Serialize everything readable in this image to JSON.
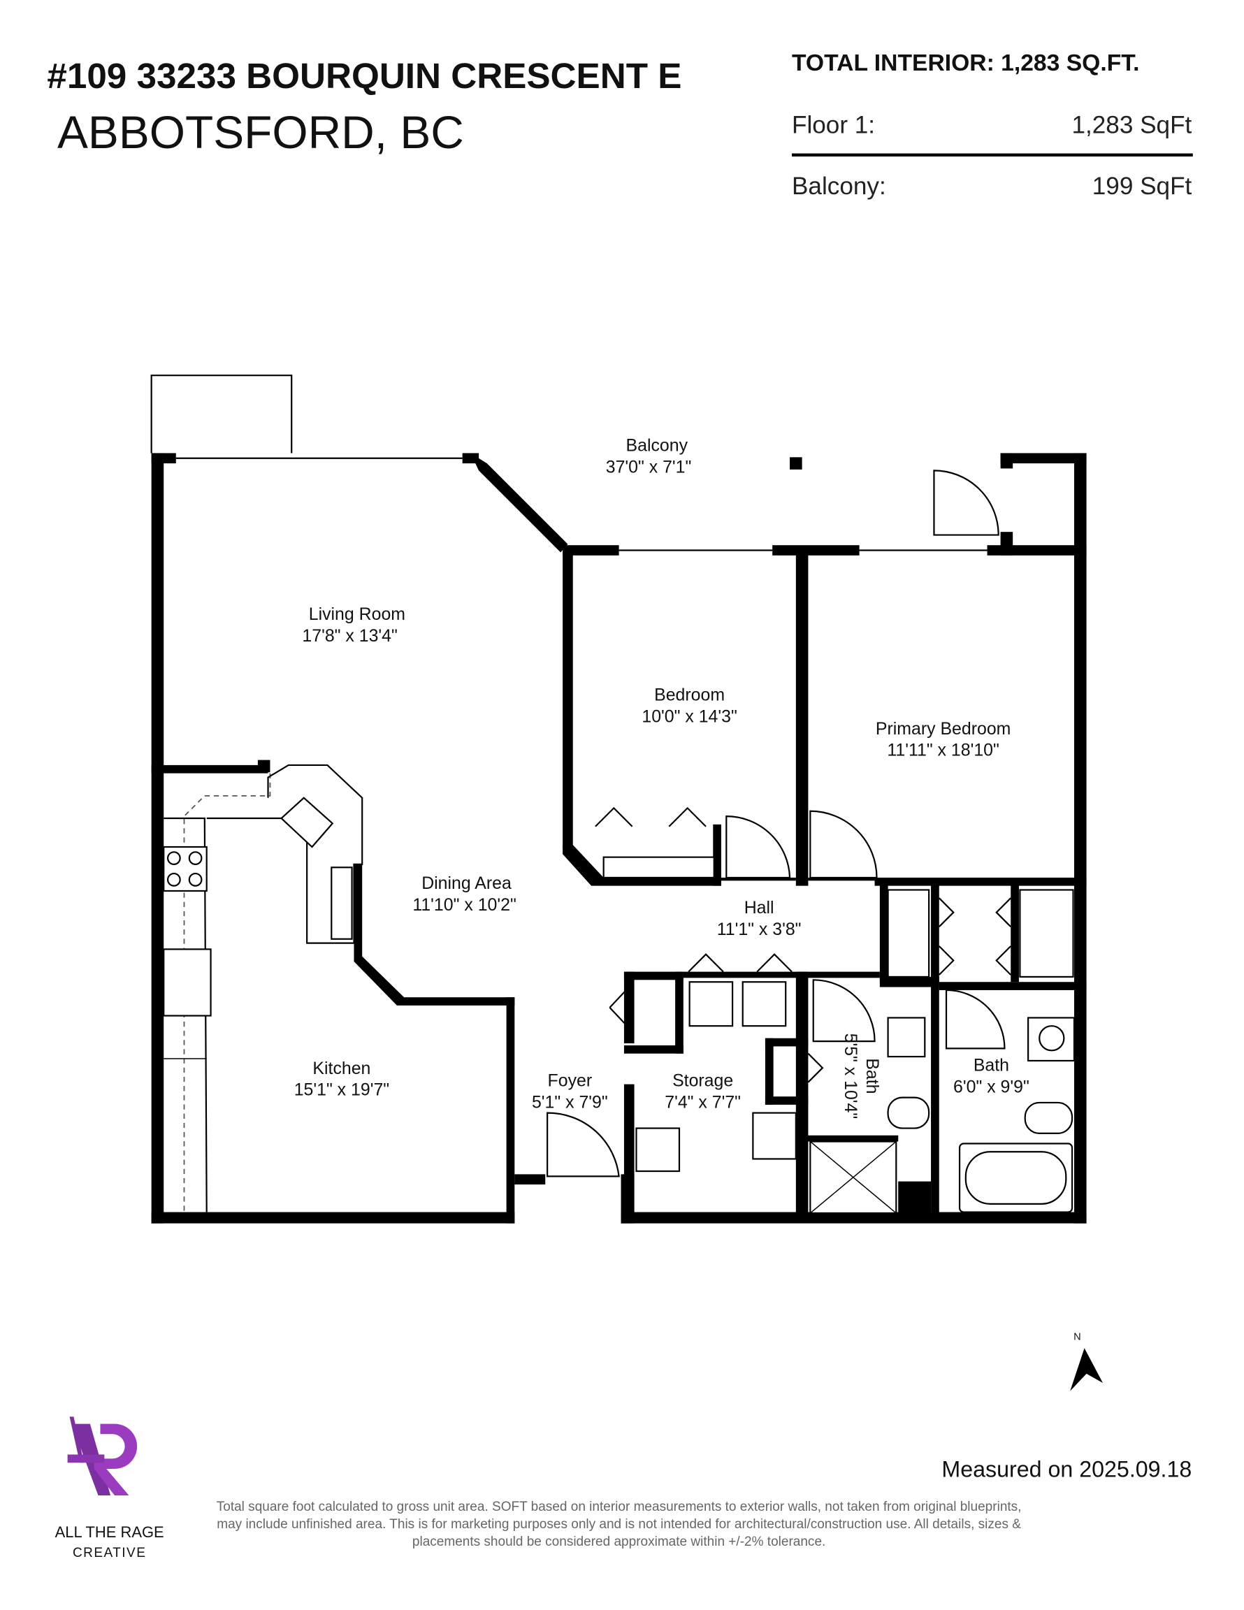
{
  "header": {
    "address": "#109 33233 BOURQUIN CRESCENT E",
    "city": "ABBOTSFORD, BC",
    "total_interior": "TOTAL INTERIOR:  1,283 SQ.FT.",
    "areas": [
      {
        "label": "Floor 1:",
        "value": "1,283 SqFt"
      },
      {
        "label": "Balcony:",
        "value": "199 SqFt"
      }
    ]
  },
  "rooms": [
    {
      "name": "Balcony",
      "dims": "37'0\" x 7'1\""
    },
    {
      "name": "Living Room",
      "dims": "17'8\" x 13'4\""
    },
    {
      "name": "Bedroom",
      "dims": "10'0\" x 14'3\""
    },
    {
      "name": "Primary Bedroom",
      "dims": "11'11\" x 18'10\""
    },
    {
      "name": "Dining Area",
      "dims": "11'10\" x 10'2\""
    },
    {
      "name": "Hall",
      "dims": "11'1\" x 3'8\""
    },
    {
      "name": "Kitchen",
      "dims": "15'1\" x 19'7\""
    },
    {
      "name": "Foyer",
      "dims": "5'1\" x 7'9\""
    },
    {
      "name": "Storage",
      "dims": "7'4\" x 7'7\""
    },
    {
      "name": "Bath",
      "dims": "5'5\" x 10'4\""
    },
    {
      "name": "Bath",
      "dims": "6'0\" x 9'9\""
    }
  ],
  "compass": {
    "label": "N",
    "icon": "north-arrow-icon"
  },
  "measured": "Measured on 2025.09.18",
  "disclaimer": [
    "Total square foot calculated to gross unit area. SOFT based on interior measurements to exterior walls, not taken from original blueprints,",
    "may include unfinished area. This is for marketing purposes only and is not intended for architectural/construction use.  All details, sizes &",
    "placements should be considered approximate within +/-2% tolerance."
  ],
  "logo": {
    "line1": "ALL THE RAGE",
    "line2": "CREATIVE",
    "color": "#7b2fa0"
  }
}
